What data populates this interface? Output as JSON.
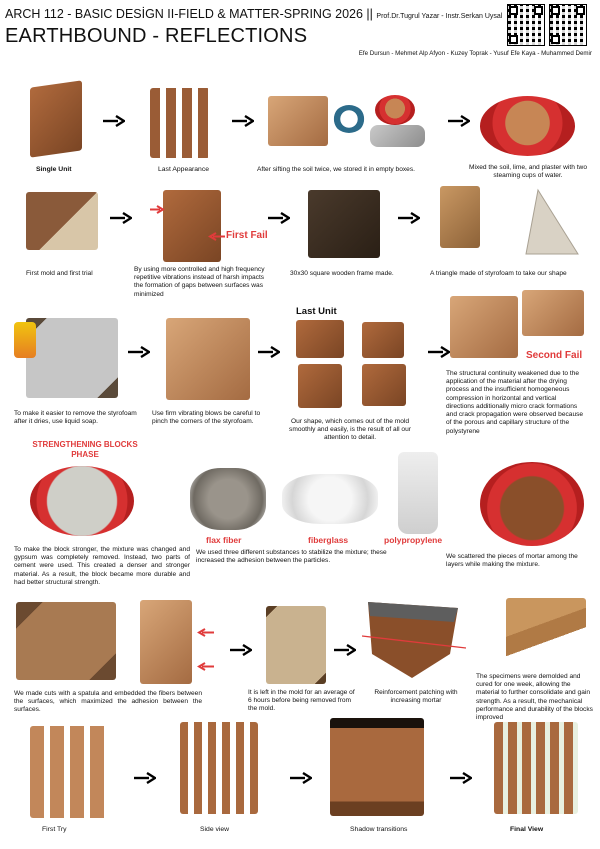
{
  "header": {
    "course_line": "ARCH 112 - BASIC DESİGN II-FIELD & MATTER-SPRING 2026 ||",
    "instructors": "Prof.Dr.Tugrul Yazar - Instr.Serkan Uysal",
    "title": "EARTHBOUND - REFLECTIONS",
    "authors": "Efe Dursun - Mehmet Alp Afyon - Kuzey Toprak - Yusuf Efe Kaya - Muhammed Demir"
  },
  "row1": {
    "single_unit": "Single Unit",
    "last_appearance": "Last Appearance",
    "sifting": "After sifting the soil twice, we stored it in empty boxes.",
    "mixed": "Mixed the soil, lime, and plaster with two steaming cups of water."
  },
  "row2": {
    "first_mold": "First mold and first trial",
    "vibrations": "By using more controlled and high frequency repetitive vibrations instead of harsh impacts the formation of gaps between surfaces was minimized",
    "first_fail": "First Fail",
    "frame": "30x30 square wooden frame made.",
    "triangle": "A triangle made of styrofoam to take our shape"
  },
  "row3": {
    "soap": "To make it easier to remove the styrofoam after it dries, use liquid soap.",
    "vibrating": "Use firm vibrating blows be careful to pinch the corners of the styrofoam.",
    "last_unit": "Last Unit",
    "shape": "Our shape, which comes out of the mold smoothly and easily, is the result of all our attention to detail.",
    "second_fail": "Second Fail",
    "structural": "The structural continuity weakened due to the application of the material after the drying process and the insufficient homogeneous compression in horizontal and vertical directions additionally micro crack formations and crack propagation were observed because of the porous and capillary structure of the polystyrene"
  },
  "row4": {
    "phase": "STRENGTHENING BLOCKS PHASE",
    "stronger": "To make the block stronger, the mixture was changed and gypsum was completely removed. Instead, two parts of cement were used. This created a denser and stronger material. As a result, the block became more durable and had better structural strength.",
    "flax": "flax fiber",
    "fiberglass": "fiberglass",
    "polypropylene": "polypropylene",
    "substances": "We used three different substances to stabilize the mixture; these increased the adhesion between the particles.",
    "scattered": "We scattered the pieces of mortar among the layers while making the mixture."
  },
  "row5": {
    "spatula": "We made cuts with a spatula and embedded the fibers between the surfaces, which maximized the adhesion between the surfaces.",
    "mold_hours": "It is left in the mold for an average of 6 hours before being removed from the mold.",
    "patching": "Reinforcement patching with increasing mortar",
    "cured": "The specimens were demolded and cured for one week, allowing the material to further consolidate and gain strength. As a result, the mechanical performance and durability of the blocks improved"
  },
  "row6": {
    "first_try": "First Try",
    "side_view": "Side view",
    "shadow": "Shadow transitions",
    "final_view": "Final View"
  },
  "colors": {
    "accent_red": "#e03b3b"
  }
}
